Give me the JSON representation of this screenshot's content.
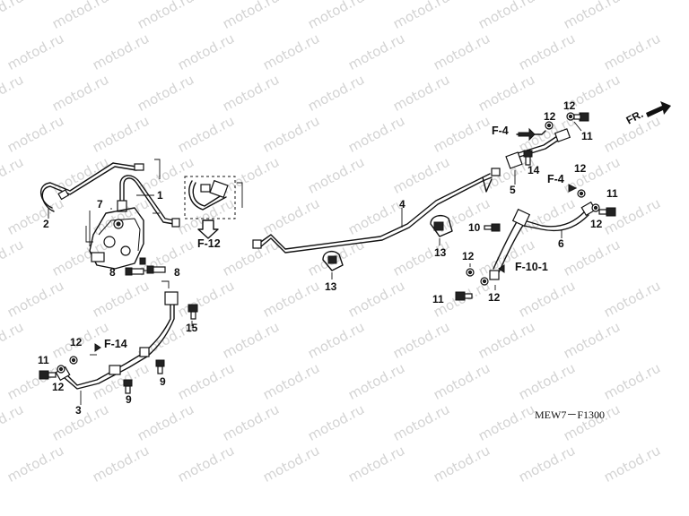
{
  "watermark": "motod.ru",
  "diagram_code": "MEW7－F1300",
  "direction_label": "FR.",
  "callouts": {
    "n1": "1",
    "n2": "2",
    "n3": "3",
    "n4": "4",
    "n5": "5",
    "n6": "6",
    "n7": "7",
    "n8a": "8",
    "n8b": "8",
    "n9a": "9",
    "n9b": "9",
    "n10": "10",
    "n11a": "11",
    "n11b": "11",
    "n11c": "11",
    "n11d": "11",
    "n12a": "12",
    "n12b": "12",
    "n12c": "12",
    "n12d": "12",
    "n12e": "12",
    "n12f": "12",
    "n12g": "12",
    "n12h": "12",
    "n13a": "13",
    "n13b": "13",
    "n14": "14",
    "n15": "15"
  },
  "references": {
    "f4a": "F-4",
    "f4b": "F-4",
    "f12": "F-12",
    "f14": "F-14",
    "f10_1": "F-10-1"
  }
}
